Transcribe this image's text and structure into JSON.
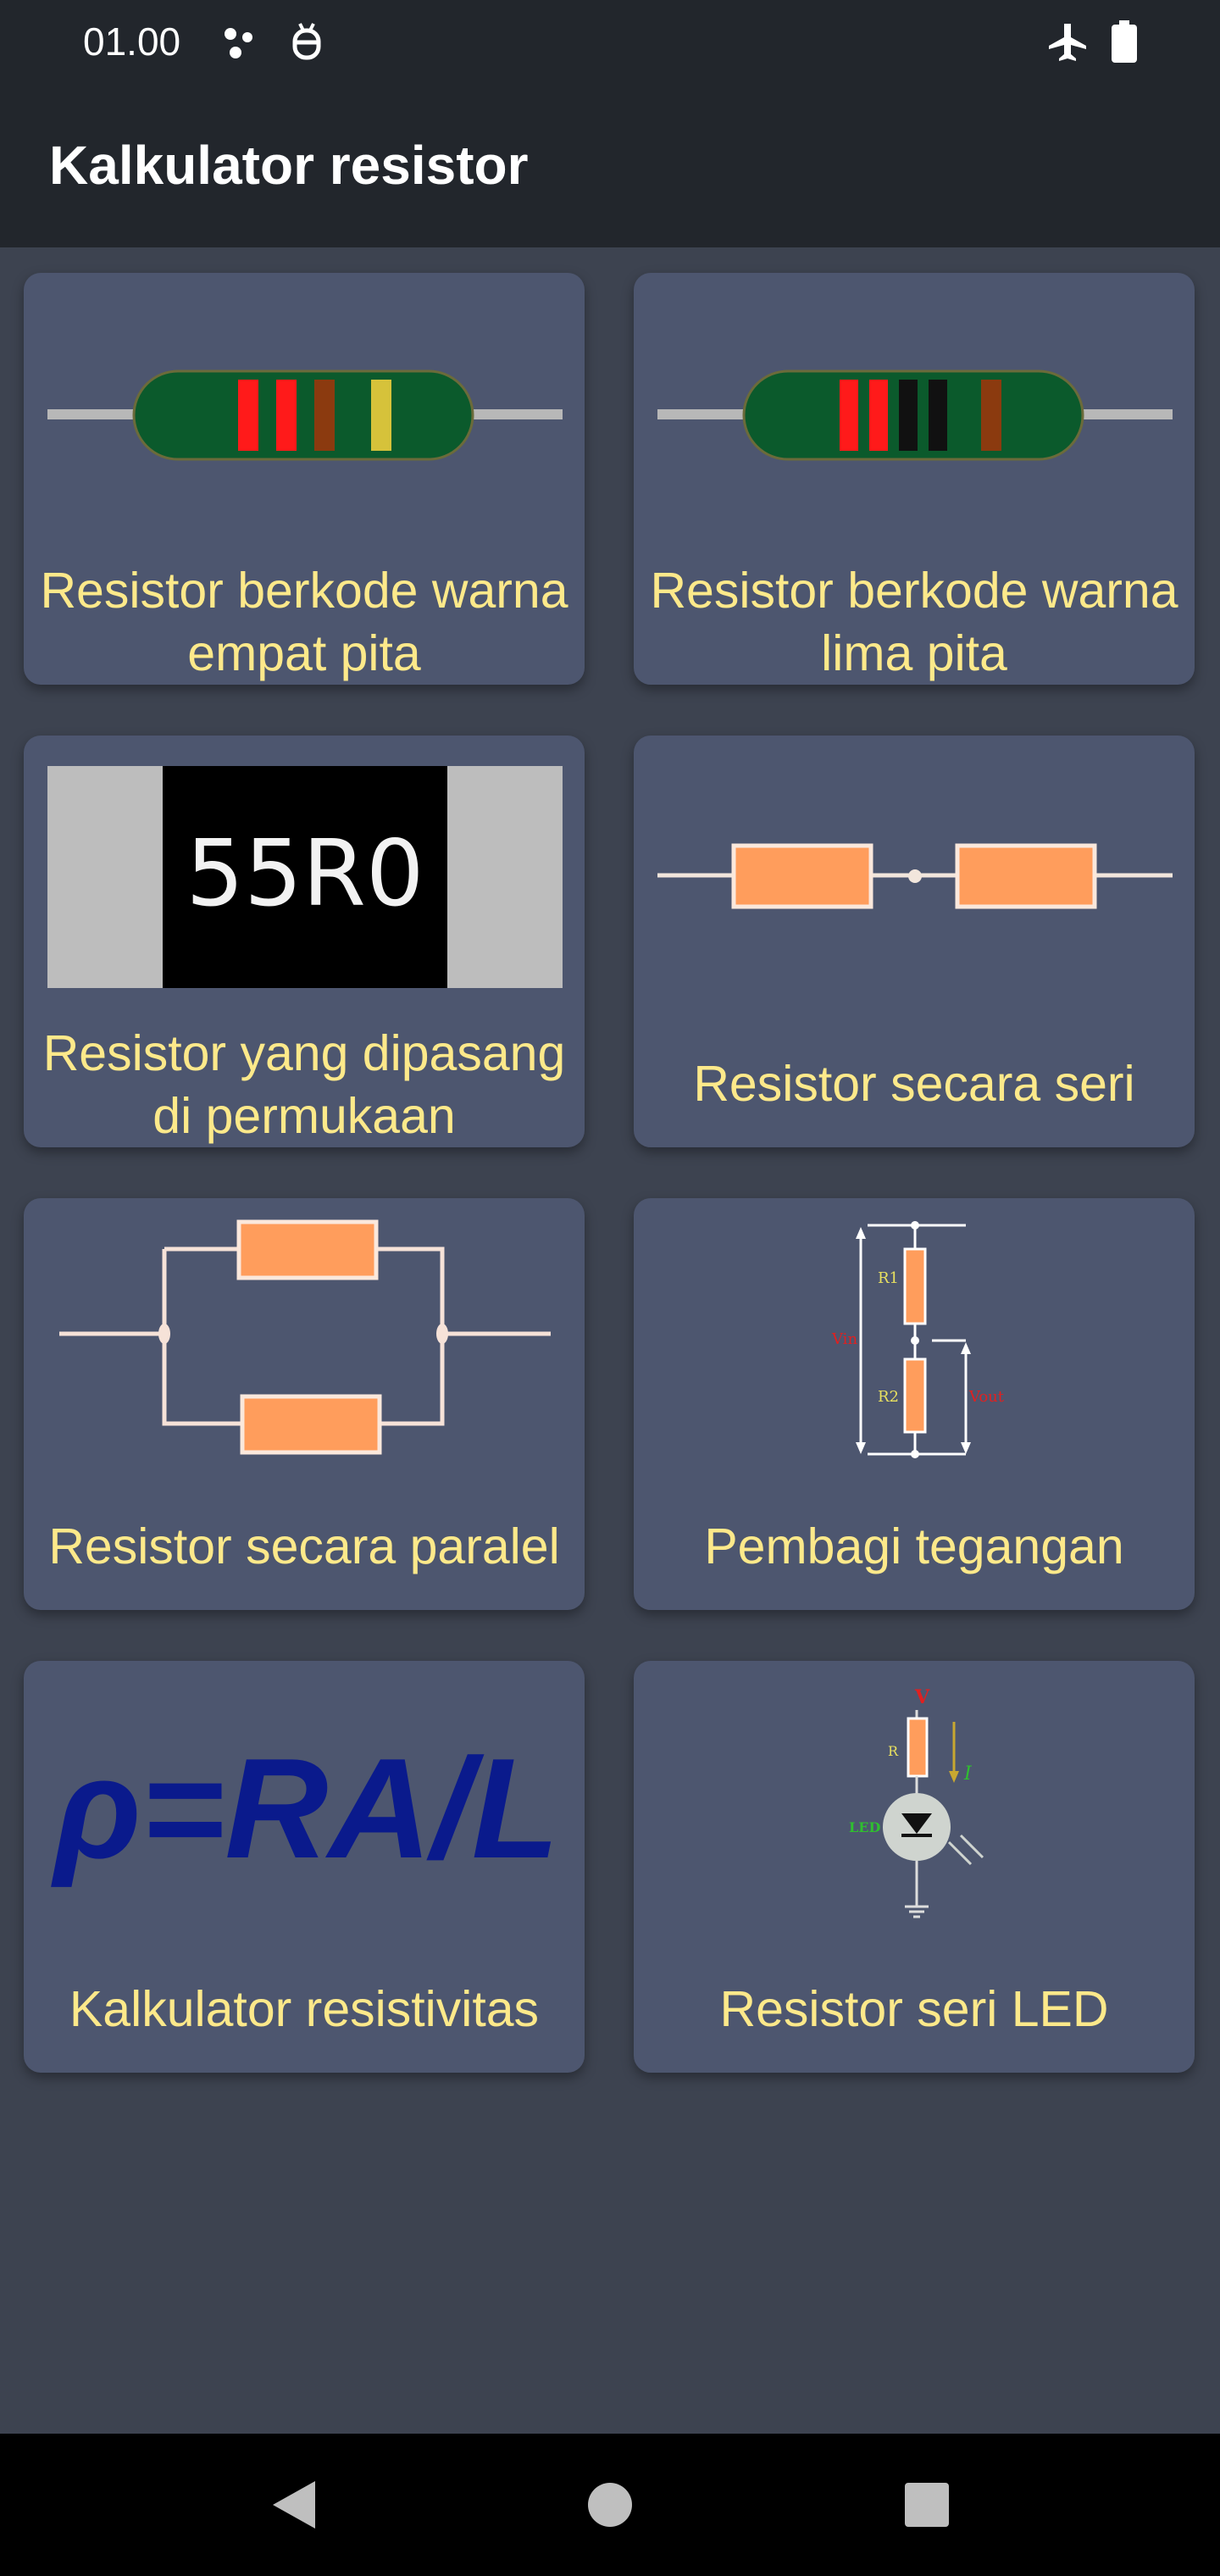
{
  "status_bar": {
    "time": "01.00",
    "left_icons": [
      "assistant-dots-icon",
      "bug-icon"
    ],
    "right_icons": [
      "airplane-mode-icon",
      "battery-icon"
    ]
  },
  "app_bar": {
    "title": "Kalkulator resistor"
  },
  "cards": [
    {
      "label": "Resistor berkode warna empat pita",
      "icon": "four-band-resistor-icon"
    },
    {
      "label": "Resistor berkode warna lima pita",
      "icon": "five-band-resistor-icon"
    },
    {
      "label": "Resistor yang dipasang di permukaan",
      "icon": "smd-resistor-icon",
      "smd_code": "55R0"
    },
    {
      "label": "Resistor secara seri",
      "icon": "series-resistor-icon"
    },
    {
      "label": "Resistor secara paralel",
      "icon": "parallel-resistor-icon"
    },
    {
      "label": "Pembagi tegangan",
      "icon": "voltage-divider-icon",
      "labels": [
        "R1",
        "R2",
        "Vin",
        "Vout"
      ]
    },
    {
      "label": "Kalkulator resistivitas",
      "icon": "resistivity-formula-icon",
      "formula": "ρ=RA/L"
    },
    {
      "label": "Resistor seri LED",
      "icon": "led-series-resistor-icon",
      "labels": [
        "V",
        "R",
        "LED",
        "I"
      ]
    }
  ],
  "nav_bar": {
    "buttons": [
      "back-icon",
      "home-icon",
      "recents-icon"
    ]
  },
  "colors": {
    "background": "#3d4350",
    "bar": "#22262c",
    "card": "#4d566f",
    "label": "#fde98a",
    "resistor_body": "#ff9d5c"
  }
}
